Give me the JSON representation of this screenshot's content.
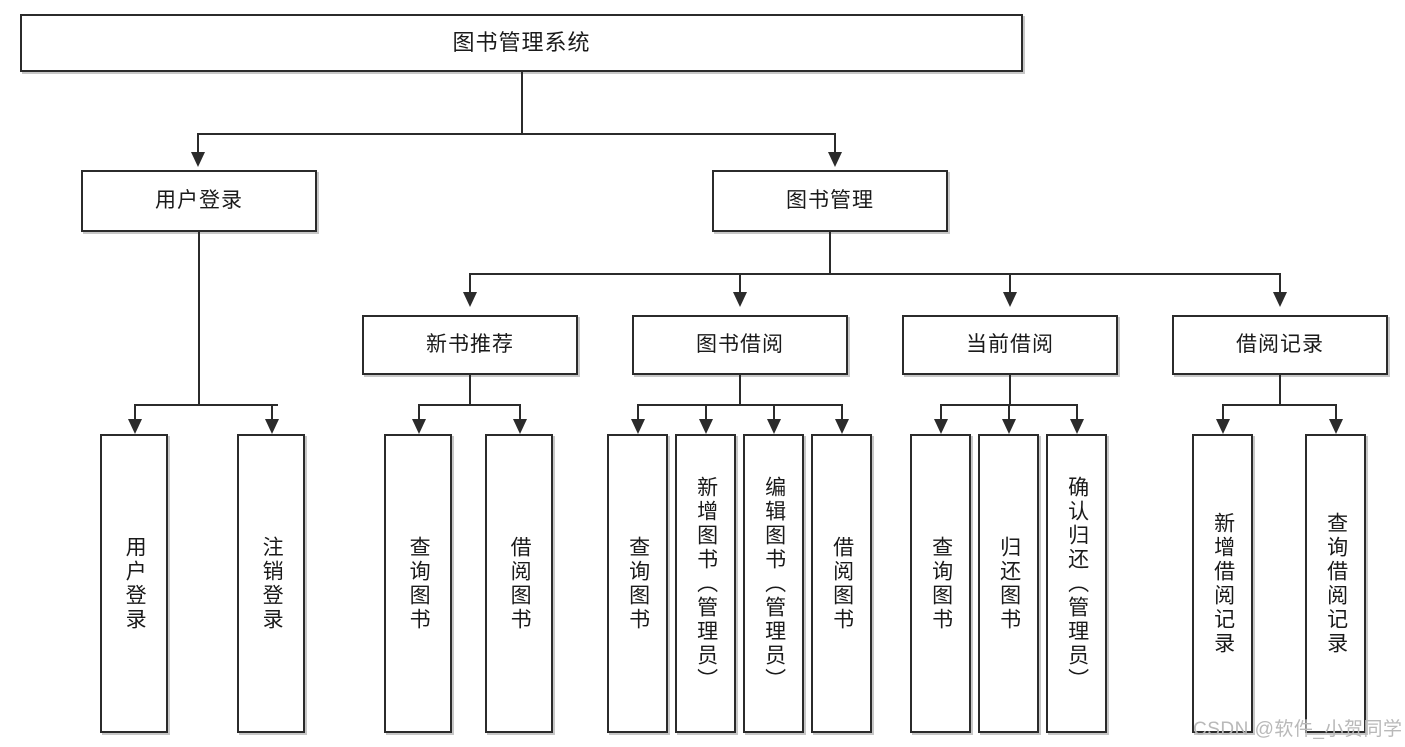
{
  "diagram": {
    "type": "tree-hierarchy",
    "title": "图书管理系统",
    "root": {
      "label": "图书管理系统"
    },
    "level2": [
      {
        "id": "user-login",
        "label": "用户登录"
      },
      {
        "id": "book-management",
        "label": "图书管理"
      }
    ],
    "level3": [
      {
        "id": "new-book-recommend",
        "label": "新书推荐"
      },
      {
        "id": "book-borrow",
        "label": "图书借阅"
      },
      {
        "id": "current-borrow",
        "label": "当前借阅"
      },
      {
        "id": "borrow-record",
        "label": "借阅记录"
      }
    ],
    "leaves": {
      "user_login": [
        {
          "id": "leaf-user-login",
          "label": "用户登录"
        },
        {
          "id": "leaf-logout-login",
          "label": "注销登录"
        }
      ],
      "new_book_recommend": [
        {
          "id": "leaf-query-book-1",
          "label": "查询图书"
        },
        {
          "id": "leaf-borrow-book-1",
          "label": "借阅图书"
        }
      ],
      "book_borrow": [
        {
          "id": "leaf-query-book-2",
          "label": "查询图书"
        },
        {
          "id": "leaf-add-book",
          "label": "新增图书（管理员）"
        },
        {
          "id": "leaf-edit-book",
          "label": "编辑图书（管理员）"
        },
        {
          "id": "leaf-borrow-book-2",
          "label": "借阅图书"
        }
      ],
      "current_borrow": [
        {
          "id": "leaf-query-book-3",
          "label": "查询图书"
        },
        {
          "id": "leaf-return-book",
          "label": "归还图书"
        },
        {
          "id": "leaf-confirm-return",
          "label": "确认归还（管理员）"
        }
      ],
      "borrow_record": [
        {
          "id": "leaf-add-record",
          "label": "新增借阅记录"
        },
        {
          "id": "leaf-query-record",
          "label": "查询借阅记录"
        }
      ]
    }
  },
  "watermark": {
    "text": "CSDN @软件_小贺同学"
  },
  "colors": {
    "stroke": "#2b2b2b",
    "background": "#ffffff",
    "text": "#1a1a1a",
    "watermark": "#b9b9b9"
  }
}
